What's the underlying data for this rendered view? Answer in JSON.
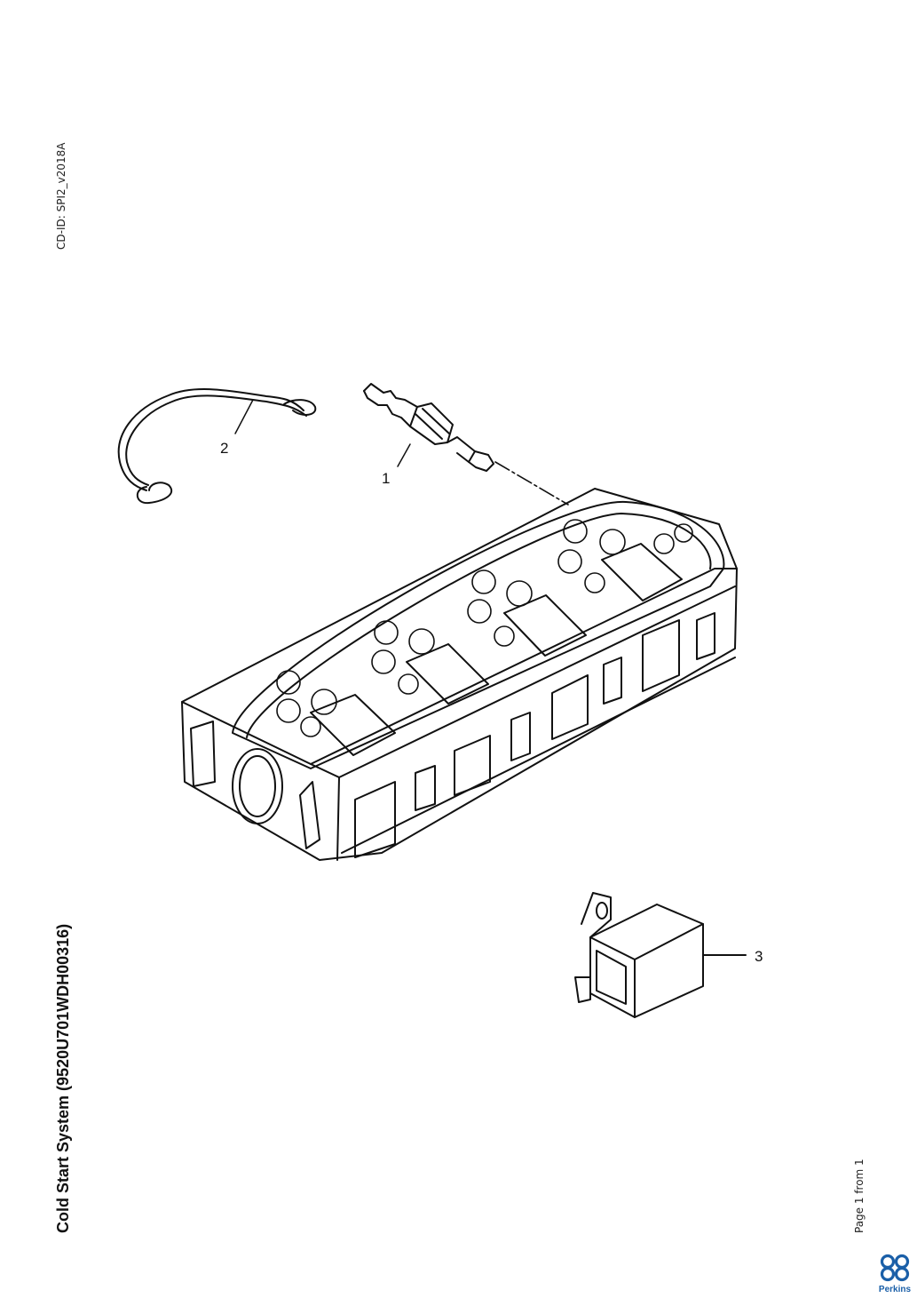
{
  "document": {
    "cd_id": "CD-ID: SPI2_v2018A",
    "title": "Cold Start System (9520U701WDH00316)",
    "page_label": "Page 1 from 1"
  },
  "brand": {
    "name": "Perkins",
    "color": "#1a5fa8"
  },
  "diagram": {
    "callouts": [
      {
        "id": "1",
        "label": "1"
      },
      {
        "id": "2",
        "label": "2"
      },
      {
        "id": "3",
        "label": "3"
      }
    ]
  }
}
